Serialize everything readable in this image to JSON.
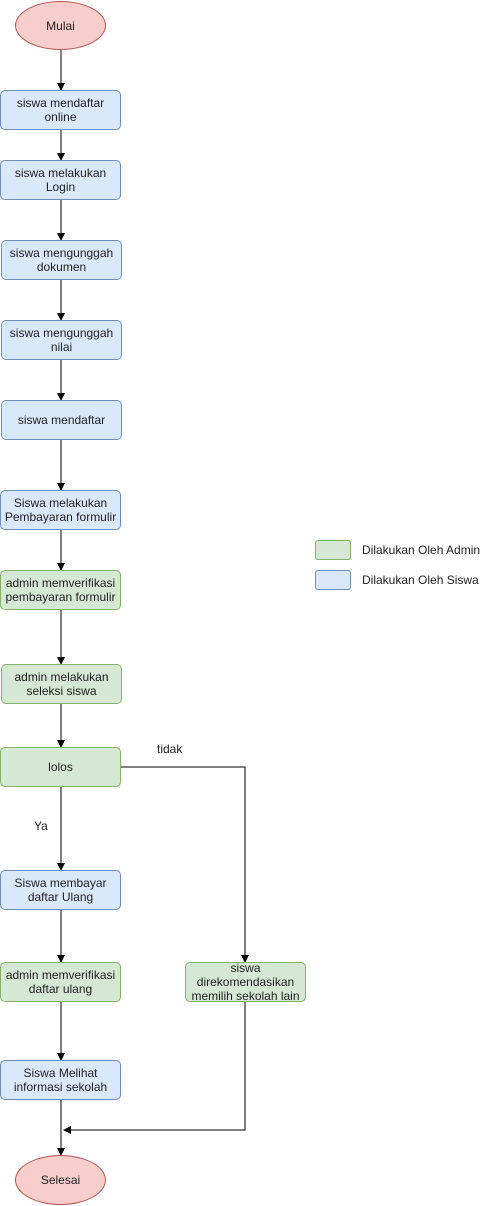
{
  "nodes": {
    "start": "Mulai",
    "step1": "siswa mendaftar online",
    "step2": "siswa melakukan Login",
    "step3": "siswa mengunggah dokumen",
    "step4": "siswa mengunggah nilai",
    "step5": "siswa mendaftar",
    "step6": "Siswa melakukan Pembayaran formulir",
    "step7": "admin memverifikasi pembayaran formulir",
    "step8": "admin melakukan seleksi siswa",
    "decision": "lolos",
    "step9": "Siswa membayar daftar Ulang",
    "step10": "admin memverifikasi daftar ulang",
    "step11": "Siswa Melihat informasi sekolah",
    "alt": "siswa direkomendasikan memilih sekolah lain",
    "end": "Selesai"
  },
  "edge_labels": {
    "no": "tidak",
    "yes": "Ya"
  },
  "legend": [
    {
      "label": "Dilakukan Oleh Admin",
      "color": "#d5e8d4",
      "border": "#82b366"
    },
    {
      "label": "Dilakukan Oleh Siswa",
      "color": "#dae8fc",
      "border": "#6c8ebf"
    }
  ]
}
